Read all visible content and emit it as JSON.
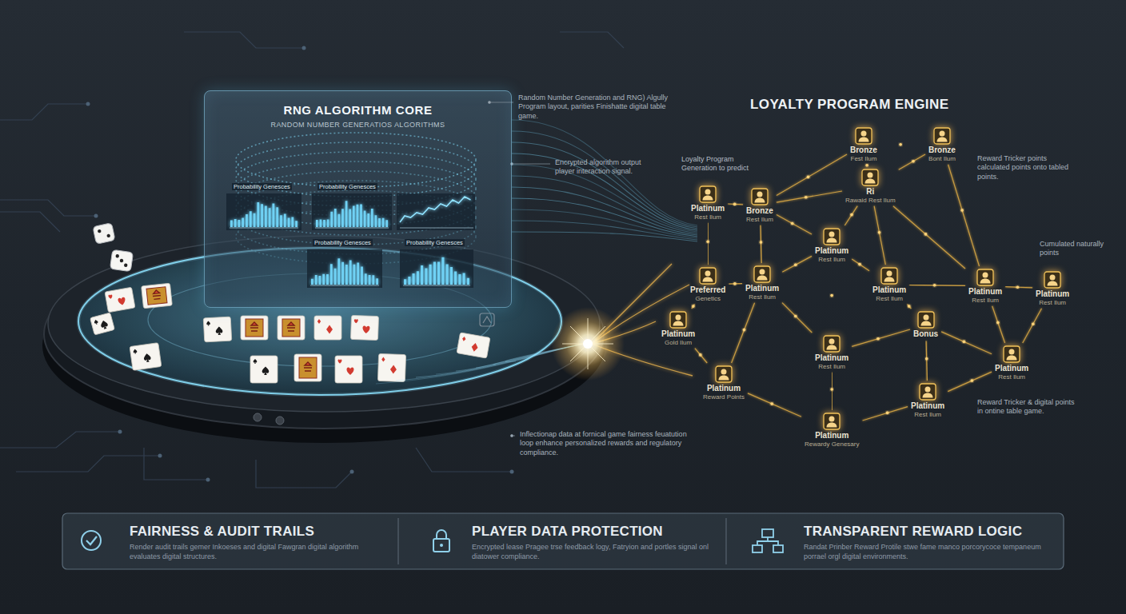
{
  "diagram": {
    "nodes": [
      {
        "text": [
          "RNG ALGORITHM CORE",
          "RANDOM NUMBER GENERATIOS ALGORITHMS"
        ]
      },
      {
        "text": [
          "Platinum",
          "Rest Ilum"
        ]
      },
      {
        "text": [
          "Bronze",
          "Rest Ilum"
        ]
      },
      {
        "text": [
          "Bronze",
          "Fest Ilum"
        ]
      },
      {
        "text": [
          "Bronze",
          "Bont Ilum"
        ]
      },
      {
        "text": [
          "Ri",
          "Rawaid Rest Ilum"
        ]
      },
      {
        "text": [
          "Preferred",
          "Genetics"
        ]
      },
      {
        "text": [
          "Platinum",
          "Rest Ilum"
        ]
      },
      {
        "text": [
          "Platinum",
          "Rest Ilum"
        ]
      },
      {
        "text": [
          "Platinum",
          "Rest Ilum"
        ]
      },
      {
        "text": [
          "Platinum",
          "Rest Ilum"
        ]
      },
      {
        "text": [
          "Platinum",
          "Rest Ilum"
        ]
      },
      {
        "text": [
          "Platinum",
          "Gold Ilum"
        ]
      },
      {
        "text": [
          "Platinum",
          "Rest Ilum"
        ]
      },
      {
        "text": [
          "Bonus"
        ]
      },
      {
        "text": [
          "Platinum",
          "Rest Ilum"
        ]
      },
      {
        "text": [
          "Platinum",
          "Reward Points"
        ]
      },
      {
        "text": [
          "Platinum",
          "Rest Ilum"
        ]
      },
      {
        "text": [
          "Platinum",
          "Rewardy Genesary"
        ]
      },
      {
        "text": [
          "FAIRNESS & AUDIT TRAILS",
          "Render audit trails gemer Inkoeses and digital Fawgran digital algorithm evaluates digital structures."
        ]
      },
      {
        "text": [
          "PLAYER DATA PROTECTION",
          "Encrypted lease Pragee trse feedback logy, Fatryion and portles signal onl diatower compliance."
        ]
      },
      {
        "text": [
          "TRANSPARENT REWARD LOGIC",
          "Randat Prinber Reward Protile stwe fame manco porcorycoce tempaneum porrael orgl digital environments."
        ]
      }
    ],
    "edges": [
      {
        "from": 1,
        "to": 2,
        "arrow": "none"
      },
      {
        "from": 1,
        "to": 6,
        "arrow": "none"
      },
      {
        "from": 2,
        "to": 3,
        "arrow": "none"
      },
      {
        "from": 2,
        "to": 5,
        "arrow": "none"
      },
      {
        "from": 2,
        "to": 8,
        "arrow": "none"
      },
      {
        "from": 2,
        "to": 7,
        "arrow": "none"
      },
      {
        "from": 3,
        "to": 4,
        "arrow": "none"
      },
      {
        "from": 3,
        "to": 5,
        "arrow": "none"
      },
      {
        "from": 4,
        "to": 5,
        "arrow": "none"
      },
      {
        "from": 4,
        "to": 10,
        "arrow": "none"
      },
      {
        "from": 5,
        "to": 8,
        "arrow": "none"
      },
      {
        "from": 5,
        "to": 9,
        "arrow": "none"
      },
      {
        "from": 5,
        "to": 10,
        "arrow": "none"
      },
      {
        "from": 6,
        "to": 7,
        "arrow": "none"
      },
      {
        "from": 6,
        "to": 12,
        "arrow": "none"
      },
      {
        "from": 7,
        "to": 8,
        "arrow": "none"
      },
      {
        "from": 7,
        "to": 13,
        "arrow": "none"
      },
      {
        "from": 7,
        "to": 16,
        "arrow": "none"
      },
      {
        "from": 8,
        "to": 9,
        "arrow": "none"
      },
      {
        "from": 8,
        "to": 13,
        "arrow": "none"
      },
      {
        "from": 9,
        "to": 10,
        "arrow": "none"
      },
      {
        "from": 9,
        "to": 14,
        "arrow": "none"
      },
      {
        "from": 10,
        "to": 11,
        "arrow": "none"
      },
      {
        "from": 10,
        "to": 15,
        "arrow": "none"
      },
      {
        "from": 11,
        "to": 15,
        "arrow": "none"
      },
      {
        "from": 12,
        "to": 16,
        "arrow": "none"
      },
      {
        "from": 13,
        "to": 14,
        "arrow": "none"
      },
      {
        "from": 13,
        "to": 18,
        "arrow": "none"
      },
      {
        "from": 14,
        "to": 15,
        "arrow": "none"
      },
      {
        "from": 14,
        "to": 17,
        "arrow": "none"
      },
      {
        "from": 15,
        "to": 17,
        "arrow": "none"
      },
      {
        "from": 16,
        "to": 18,
        "arrow": "none"
      },
      {
        "from": 17,
        "to": 18,
        "arrow": "none"
      }
    ],
    "labels": [
      "LOYALTY PROGRAM ENGINE",
      "Random Number Generation and RNG) Algully Program layout, parities Finishatte digital table game.",
      "Encrypted algorithm output player interaction signal.",
      "Loyalty Program Generation to predict",
      "Reward Tricker points calculated points onto tabled points.",
      "Cumulated naturally points",
      "Reward Tricker & digital points in ontine table game.",
      "Inflectionap data at fornical game fairness feuatution loop enhance personalized rewards and regulatory compliance.",
      "Probability Genesces",
      "Probability Genesces",
      "Probability Genesces",
      "Probability Genesces"
    ]
  }
}
